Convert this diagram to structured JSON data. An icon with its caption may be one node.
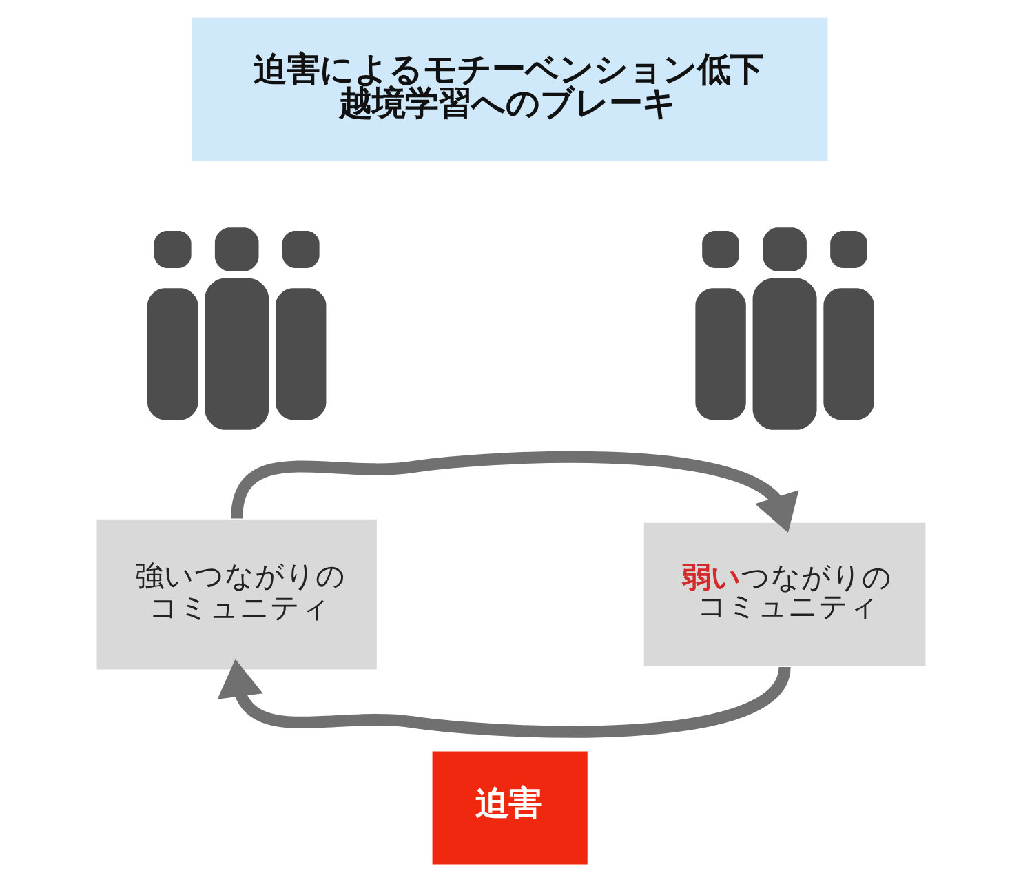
{
  "diagram": {
    "nodes": [
      {
        "text": [
          "迫害によるモチーベンション低下",
          "越境学習へのブレーキ"
        ]
      },
      {
        "text": [],
        "shape": "person"
      },
      {
        "text": [],
        "shape": "person"
      },
      {
        "text": [
          "強いつながりのコミュニティ"
        ]
      },
      {
        "text": [
          "**弱い**つながりのコミュニティ"
        ]
      },
      {
        "text": [
          "迫害"
        ]
      }
    ],
    "edges": [
      {
        "from": 3,
        "to": 4,
        "arrow": "to"
      },
      {
        "from": 4,
        "to": 3,
        "arrow": "to"
      }
    ]
  }
}
